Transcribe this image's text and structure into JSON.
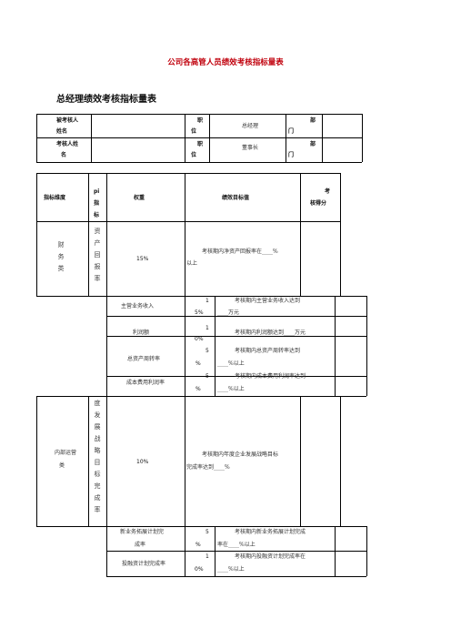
{
  "doc_title": "公司各高管人员绩效考核指标量表",
  "section_title": "总经理绩效考核指标量表",
  "info_table": {
    "row1": {
      "label_a": "被考核人",
      "label_b": "姓名",
      "pos_a": "职",
      "pos_b": "位",
      "position": "总经理",
      "dept_a": "部",
      "dept_b": "门"
    },
    "row2": {
      "label_a": "考核人姓",
      "label_b": "名",
      "pos_a": "职",
      "pos_b": "位",
      "position": "董事长",
      "dept_a": "部",
      "dept_b": "门"
    }
  },
  "kpi_header": {
    "dimension": "指标维度",
    "kpi_a": "pi",
    "kpi_b": "指",
    "kpi_c": "标",
    "weight": "权重",
    "target": "绩效目标值",
    "score_a": "考",
    "score_b": "核得分"
  },
  "finance": {
    "category": [
      "财",
      "务",
      "类"
    ],
    "kpi_vertical": [
      "资",
      "产",
      "回",
      "报",
      "率"
    ],
    "weight": "15%",
    "target_a": "考核期内净资产回报率在____%",
    "target_b": "以上",
    "rows": [
      {
        "name": "主营业务收入",
        "weight_a": "1",
        "weight_b": "5%",
        "target_a": "考核期内主营业务收入达到",
        "target_b": "____万元"
      },
      {
        "name": "利润额",
        "weight_a": "1",
        "weight_b": "0%",
        "target_a": "考核期内利润额达到____万元",
        "target_b": ""
      },
      {
        "name": "总资产周转率",
        "weight_a": "5",
        "weight_b": "%",
        "target_a": "考核期内总资产周转率达到",
        "target_b": "____%以上"
      },
      {
        "name": "成本费用利润率",
        "weight_a": "5",
        "weight_b": "%",
        "target_a": "考核期内成本费用利润率达到",
        "target_b": "____%以上"
      }
    ]
  },
  "operations": {
    "category_a": "内部运营",
    "category_b": "类",
    "kpi_vertical": [
      "度",
      "发",
      "展",
      "战",
      "略",
      "目",
      "标",
      "完",
      "成",
      "率"
    ],
    "weight": "10%",
    "target_a": "考核期内年度企业发展战略目标",
    "target_b": "完成率达到____%",
    "rows": [
      {
        "name_a": "新业务拓展计划完",
        "name_b": "成率",
        "weight_a": "5",
        "weight_b": "%",
        "target_a": "考核期内新业务拓展计划完成",
        "target_b": "率在____%以上"
      },
      {
        "name_a": "投融资计划完成率",
        "name_b": "",
        "weight_a": "1",
        "weight_b": "0%",
        "target_a": "考核期内投融资计划完成率在",
        "target_b": "____%以上"
      }
    ]
  }
}
